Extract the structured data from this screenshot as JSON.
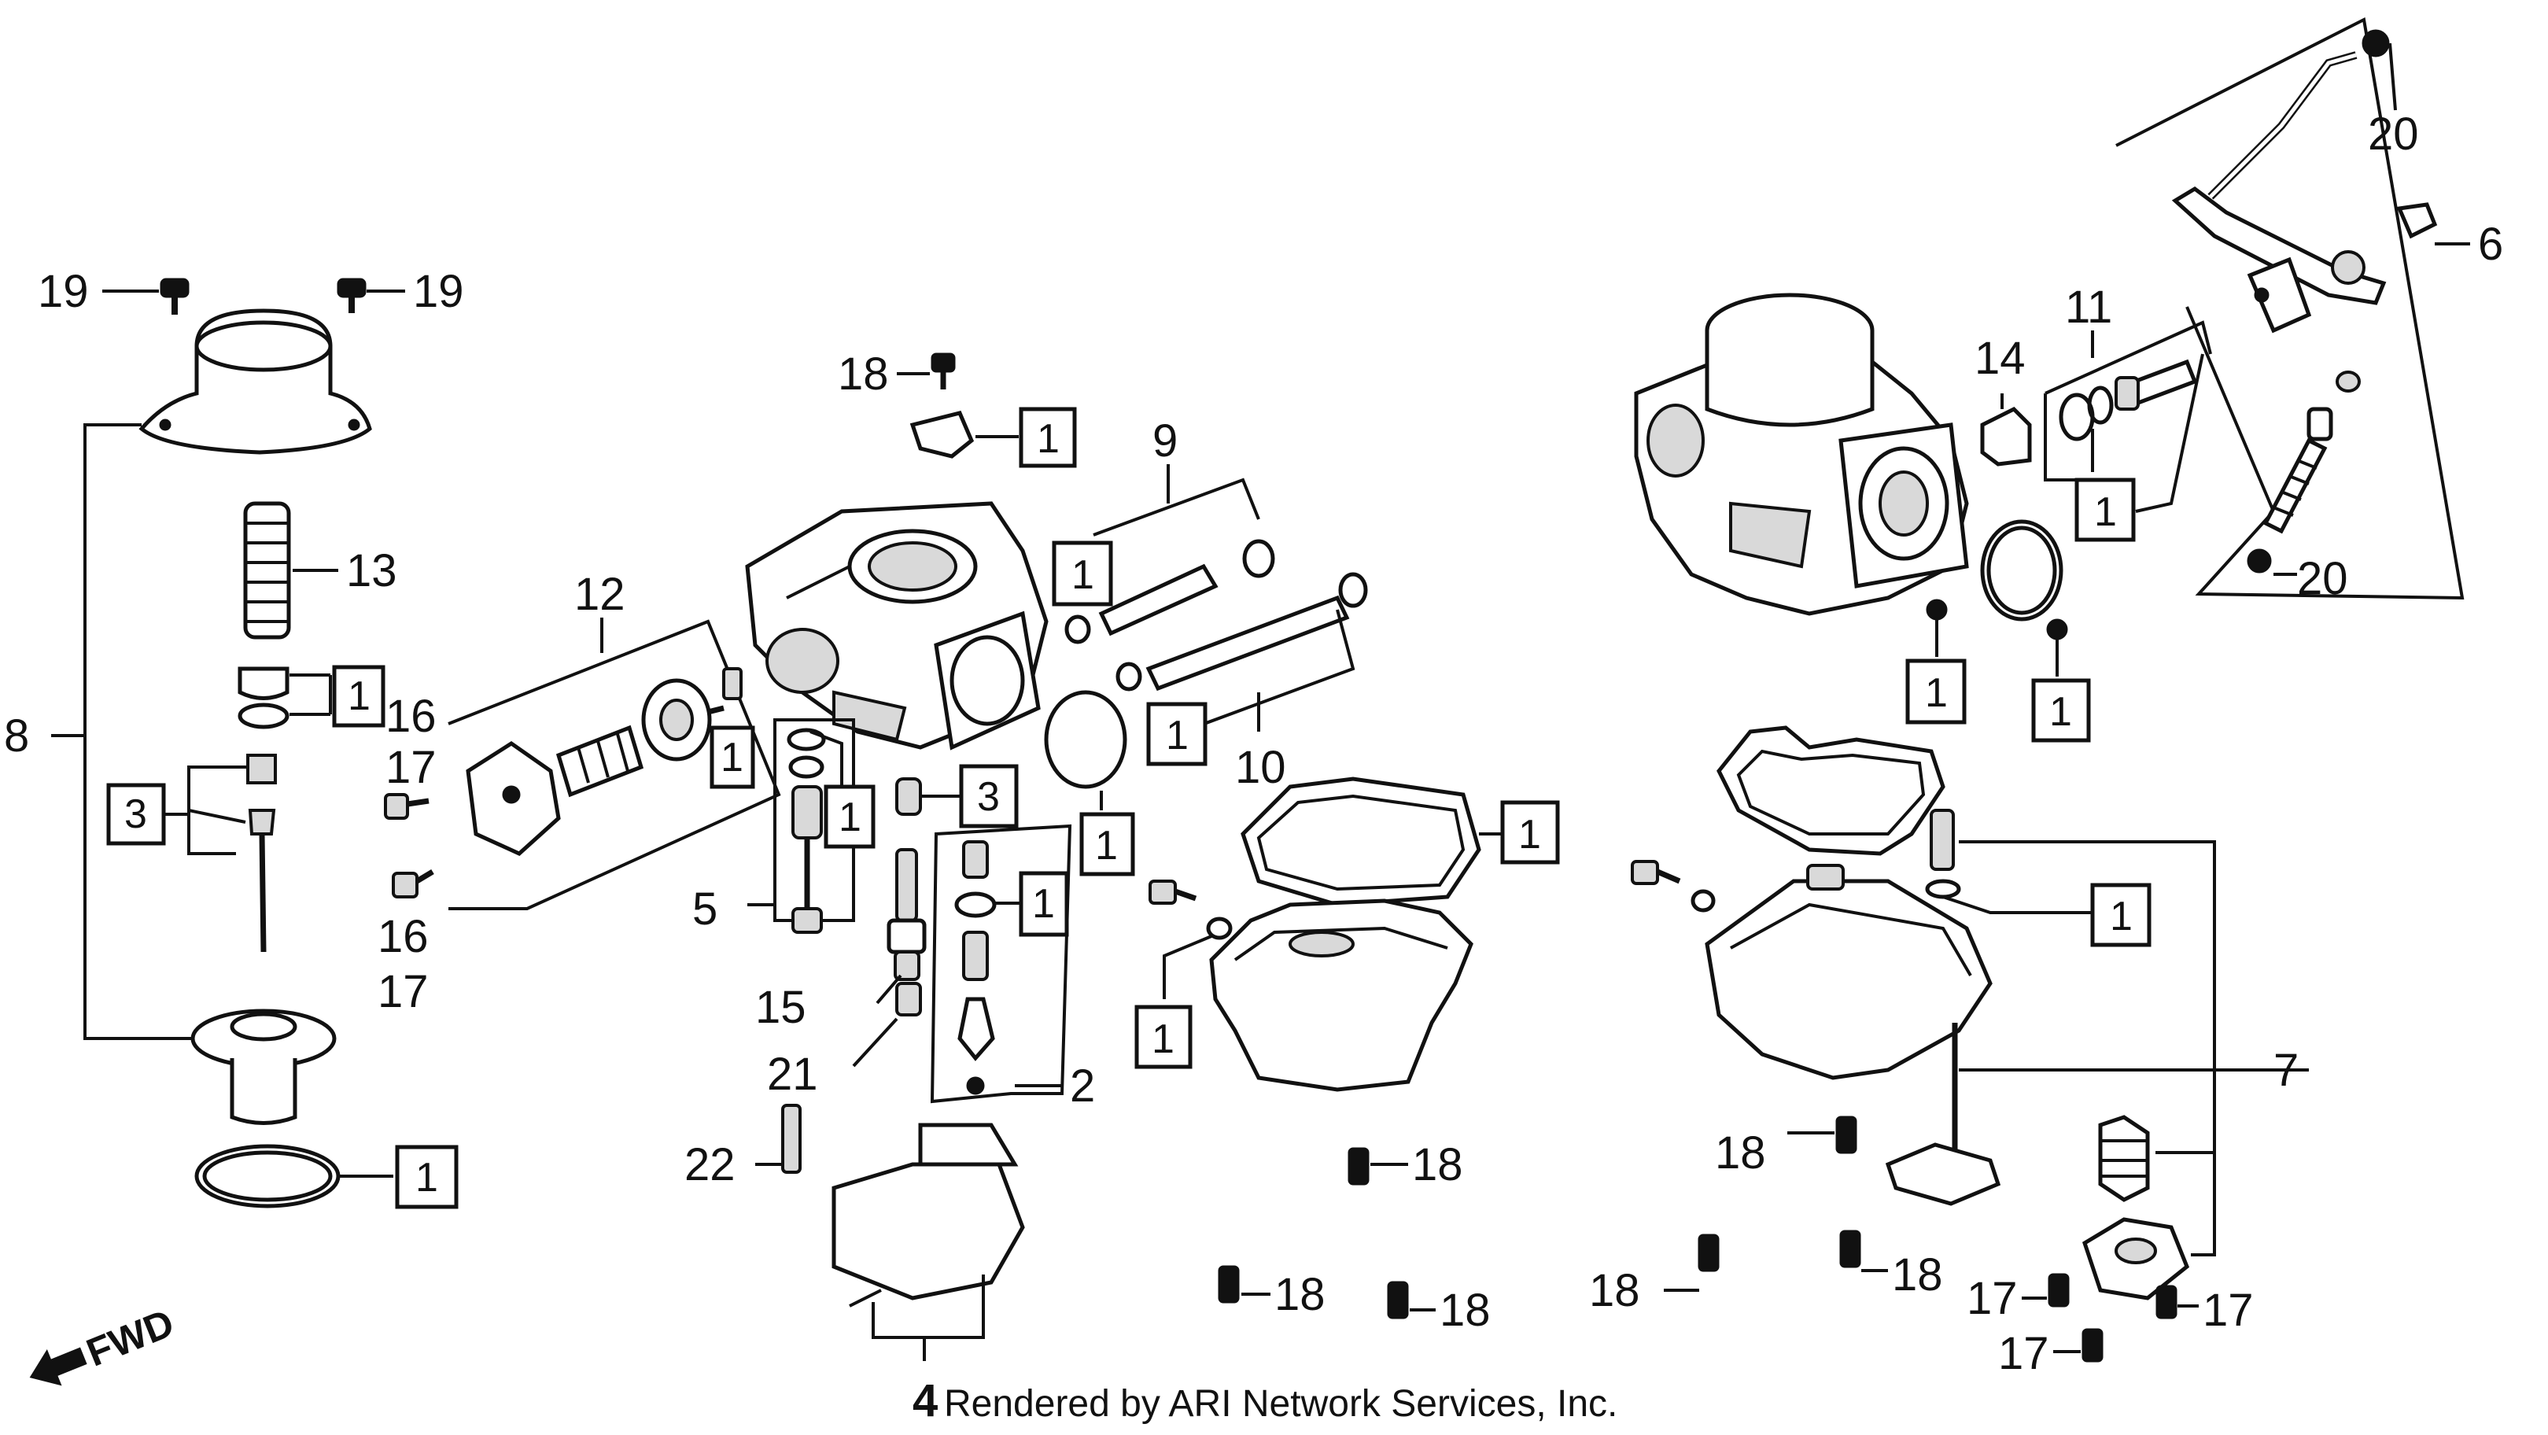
{
  "credit": {
    "prefix": "4",
    "text": "Rendered by ARI Network Services, Inc."
  },
  "direction": {
    "label": "FWD"
  },
  "callouts": {
    "c1": "1",
    "c2": "2",
    "c3": "3",
    "c5": "5",
    "c6": "6",
    "c7": "7",
    "c8": "8",
    "c9": "9",
    "c10": "10",
    "c11": "11",
    "c12": "12",
    "c13": "13",
    "c14": "14",
    "c15": "15",
    "c16": "16",
    "c17": "17",
    "c18": "18",
    "c19": "19",
    "c20": "20",
    "c21": "21",
    "c22": "22"
  },
  "icons": {
    "direction_arrow": "fwd-arrow-icon"
  }
}
